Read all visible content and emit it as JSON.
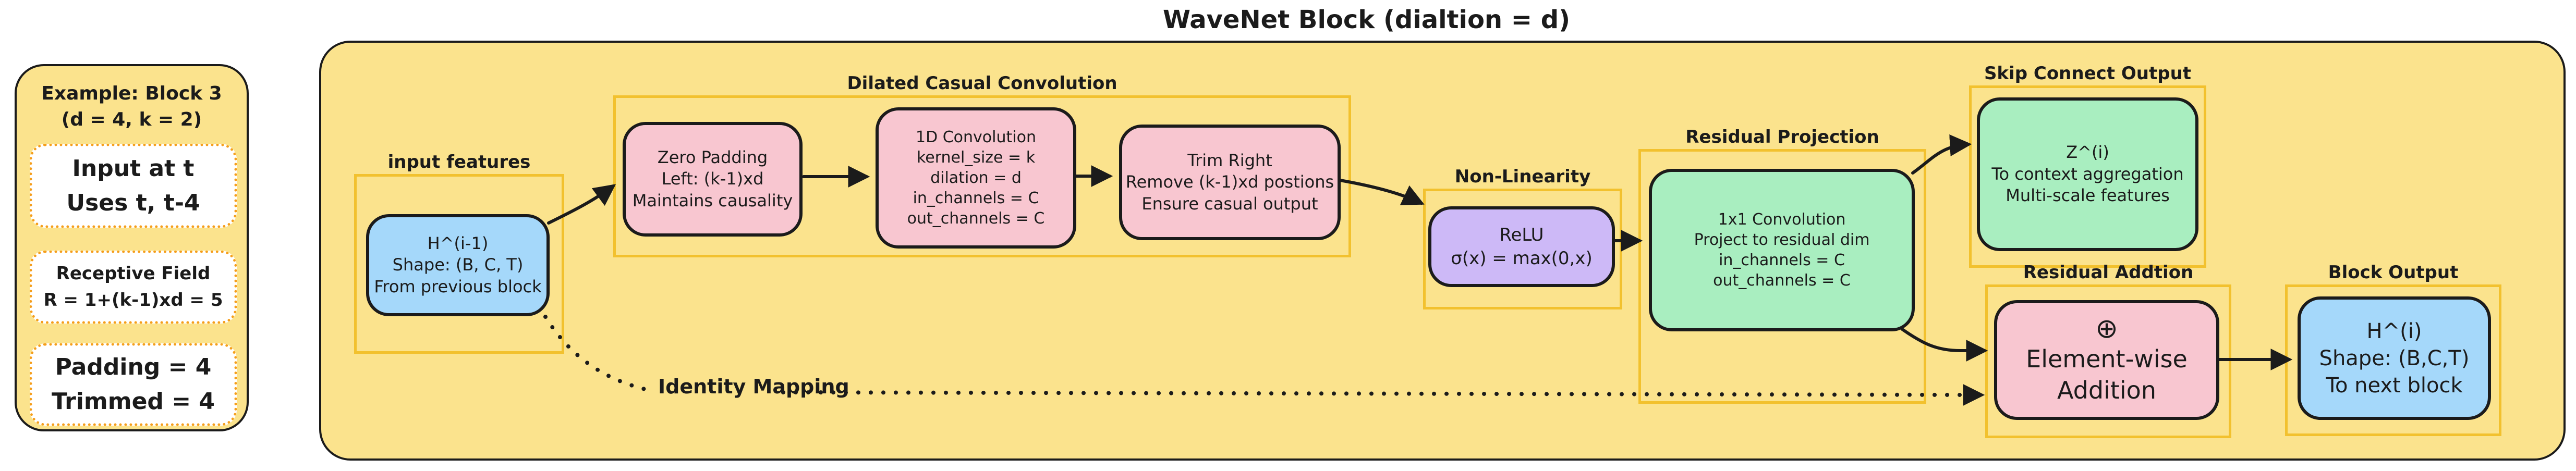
{
  "title": "WaveNet Block (dialtion = d)",
  "example_panel": {
    "title_line1": "Example: Block 3",
    "title_line2": "(d = 4, k = 2)",
    "cards": [
      {
        "lines": [
          "Input at t",
          "Uses t, t-4"
        ]
      },
      {
        "lines": [
          "Receptive Field",
          "R = 1+(k-1)xd = 5"
        ]
      },
      {
        "lines": [
          "Padding = 4",
          "Trimmed = 4"
        ]
      }
    ]
  },
  "sections": {
    "input_features": {
      "label": "input features"
    },
    "dilated": {
      "label": "Dilated Casual Convolution"
    },
    "nonlinearity": {
      "label": "Non-Linearity"
    },
    "residual_projection": {
      "label": "Residual Projection"
    },
    "skip_output": {
      "label": "Skip Connect Output"
    },
    "residual_addition": {
      "label": "Residual Addtion"
    },
    "block_output": {
      "label": "Block Output"
    }
  },
  "nodes": {
    "input": {
      "lines": [
        "H^(i-1)",
        "Shape: (B, C, T)",
        "From previous block"
      ]
    },
    "zero_padding": {
      "lines": [
        "Zero Padding",
        "Left: (k-1)xd",
        "Maintains causality"
      ]
    },
    "conv1d": {
      "lines": [
        "1D Convolution",
        "kernel_size = k",
        "dilation = d",
        "in_channels = C",
        "out_channels = C"
      ]
    },
    "trim_right": {
      "lines": [
        "Trim Right",
        "Remove (k-1)xd postions",
        "Ensure casual output"
      ]
    },
    "relu": {
      "lines": [
        "ReLU",
        "σ(x) = max(0,x)"
      ]
    },
    "conv1x1": {
      "lines": [
        "1x1 Convolution",
        "Project to residual dim",
        "in_channels = C",
        "out_channels = C"
      ]
    },
    "skip": {
      "lines": [
        "Z^(i)",
        "To context aggregation",
        "Multi-scale features"
      ]
    },
    "add": {
      "symbol": "⊕",
      "lines": [
        "Element-wise",
        "Addition"
      ]
    },
    "output": {
      "lines": [
        "H^(i)",
        "Shape: (B,C,T)",
        "To next block"
      ]
    }
  },
  "labels": {
    "identity_mapping": "Identity Mapping"
  },
  "colors": {
    "background": "#FFFFFF",
    "panel_fill": "#FBE38D",
    "panel_border": "#1B1B1B",
    "section_border": "#F2C12E",
    "node_border": "#1B1B1B",
    "blue_fill": "#A5D8FA",
    "pink_fill": "#F8C6D0",
    "purple_fill": "#CDB9F7",
    "green_fill": "#A9EEC0",
    "card_border": "#F59E1B",
    "card_fill": "#FFFFFF",
    "arrow": "#1B1B1B",
    "text": "#1B1B1B"
  }
}
